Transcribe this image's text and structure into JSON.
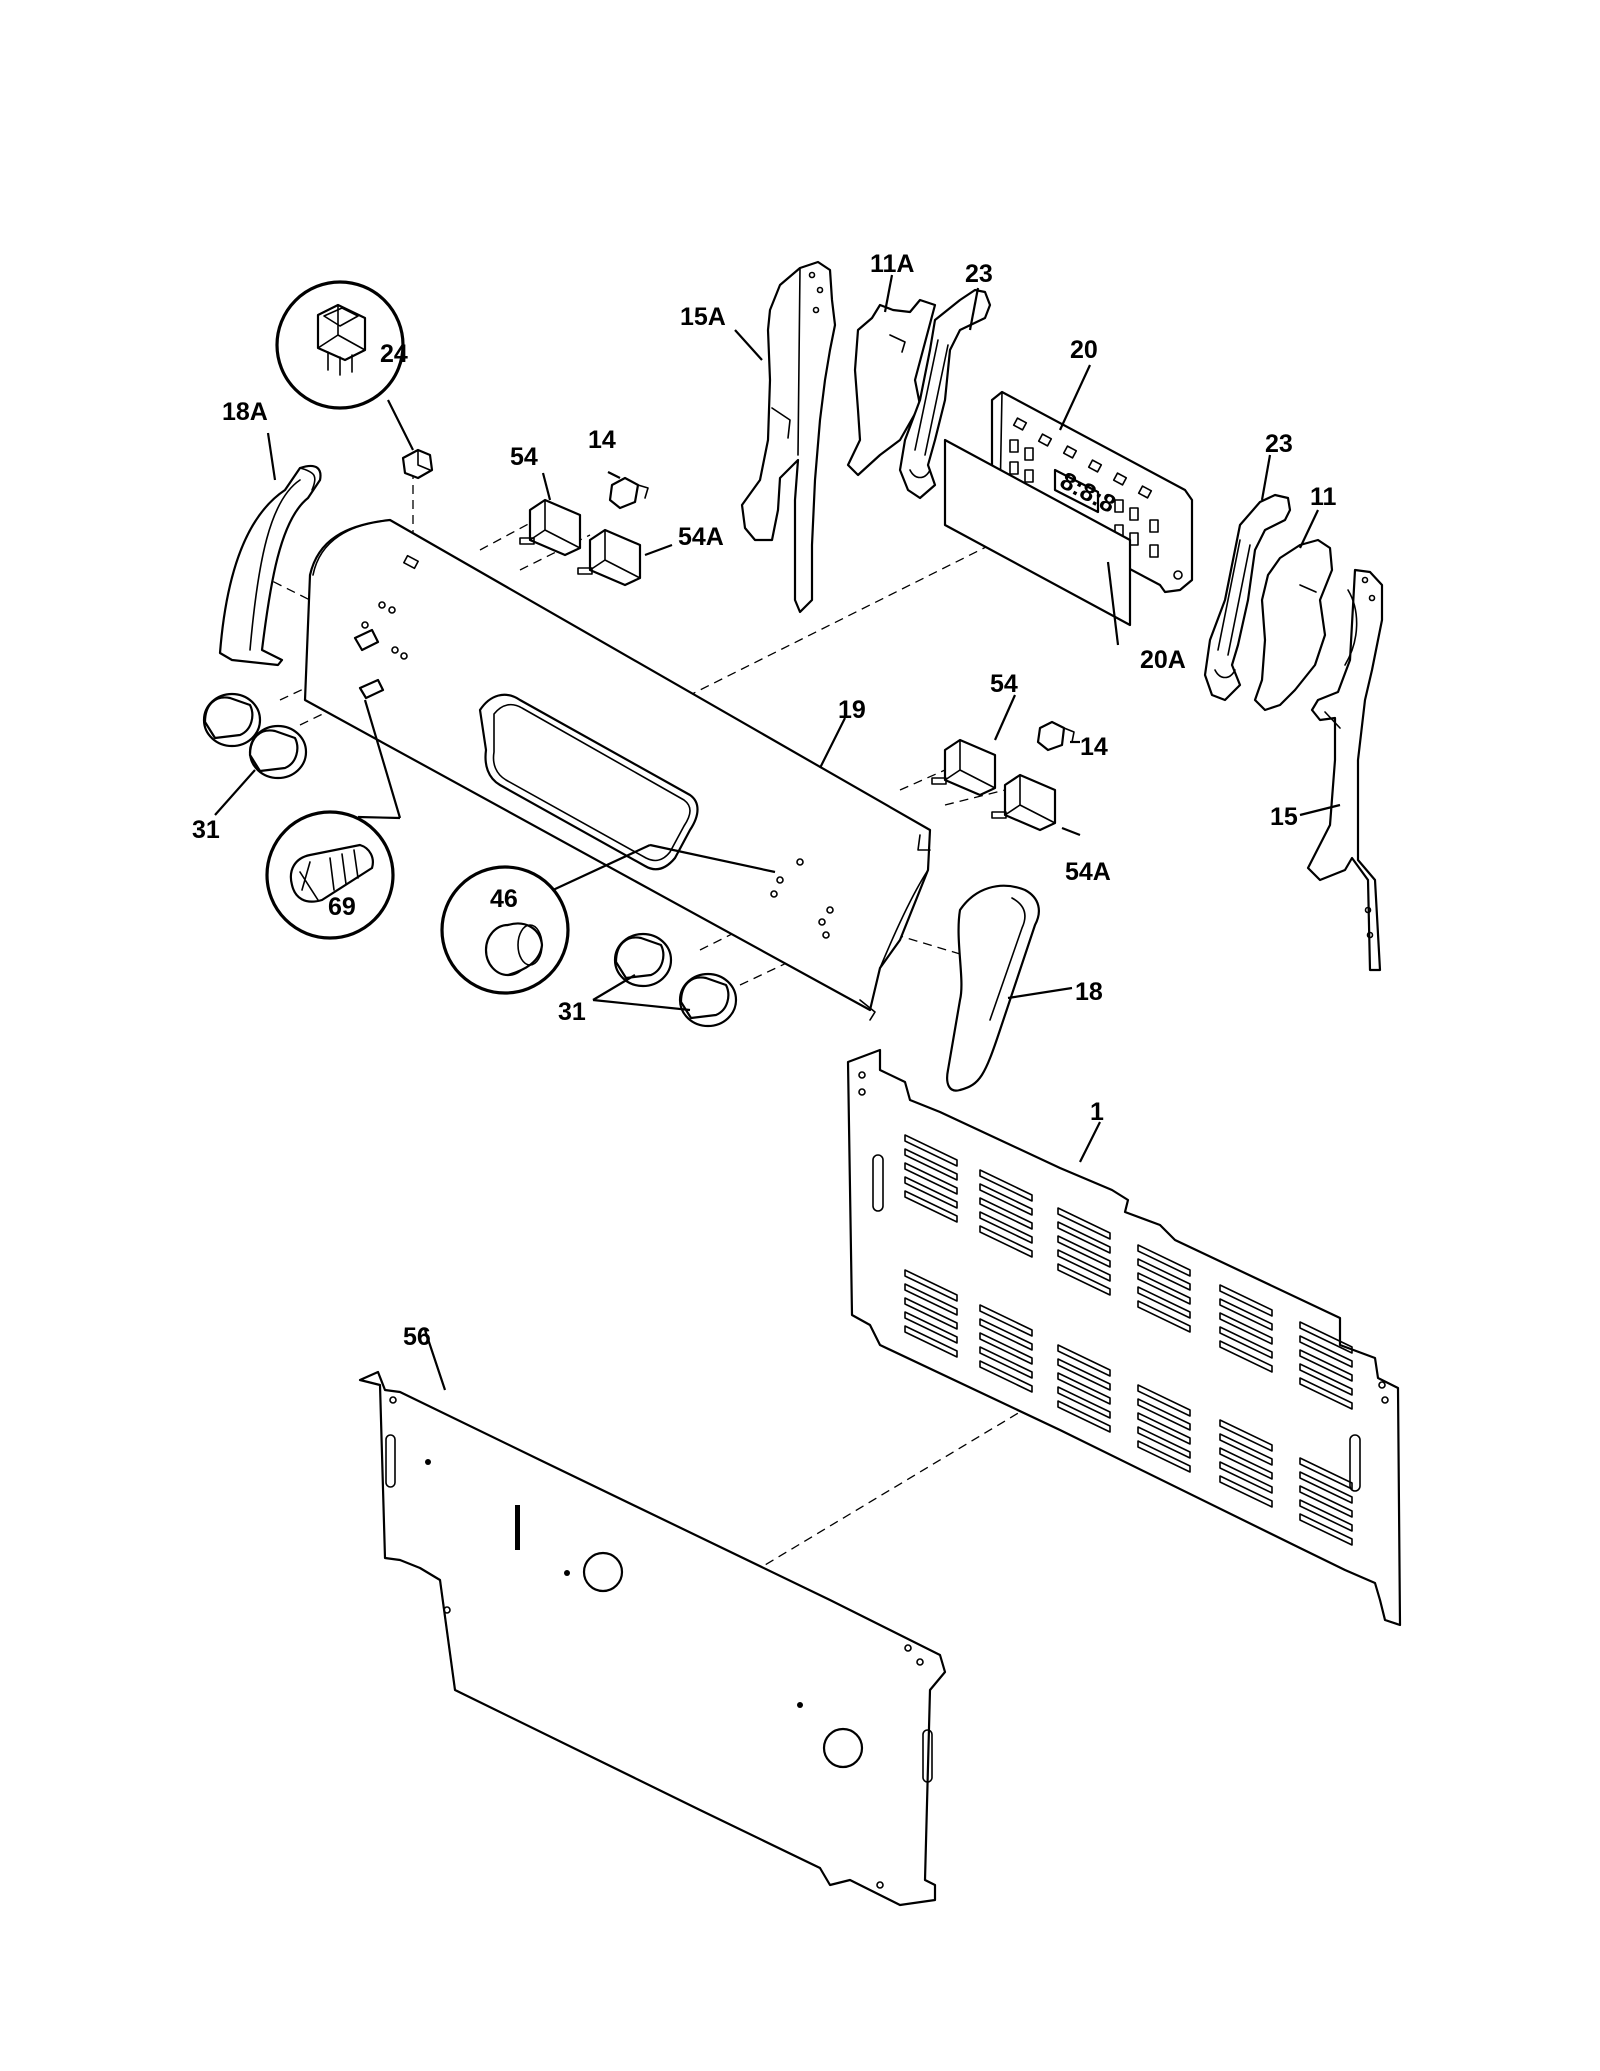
{
  "diagram": {
    "labels": [
      {
        "id": "p1",
        "text": "1"
      },
      {
        "id": "p11",
        "text": "11"
      },
      {
        "id": "p11a",
        "text": "11A"
      },
      {
        "id": "p14a",
        "text": "14"
      },
      {
        "id": "p14b",
        "text": "14"
      },
      {
        "id": "p15",
        "text": "15"
      },
      {
        "id": "p15a",
        "text": "15A"
      },
      {
        "id": "p18",
        "text": "18"
      },
      {
        "id": "p18a",
        "text": "18A"
      },
      {
        "id": "p19",
        "text": "19"
      },
      {
        "id": "p20",
        "text": "20"
      },
      {
        "id": "p20a",
        "text": "20A"
      },
      {
        "id": "p23a",
        "text": "23"
      },
      {
        "id": "p23b",
        "text": "23"
      },
      {
        "id": "p24",
        "text": "24"
      },
      {
        "id": "p31a",
        "text": "31"
      },
      {
        "id": "p31b",
        "text": "31"
      },
      {
        "id": "p46",
        "text": "46"
      },
      {
        "id": "p54a",
        "text": "54"
      },
      {
        "id": "p54b",
        "text": "54"
      },
      {
        "id": "p54Aa",
        "text": "54A"
      },
      {
        "id": "p54Ab",
        "text": "54A"
      },
      {
        "id": "p56",
        "text": "56"
      },
      {
        "id": "p69",
        "text": "69"
      }
    ],
    "clock_display": "8:8:8"
  }
}
